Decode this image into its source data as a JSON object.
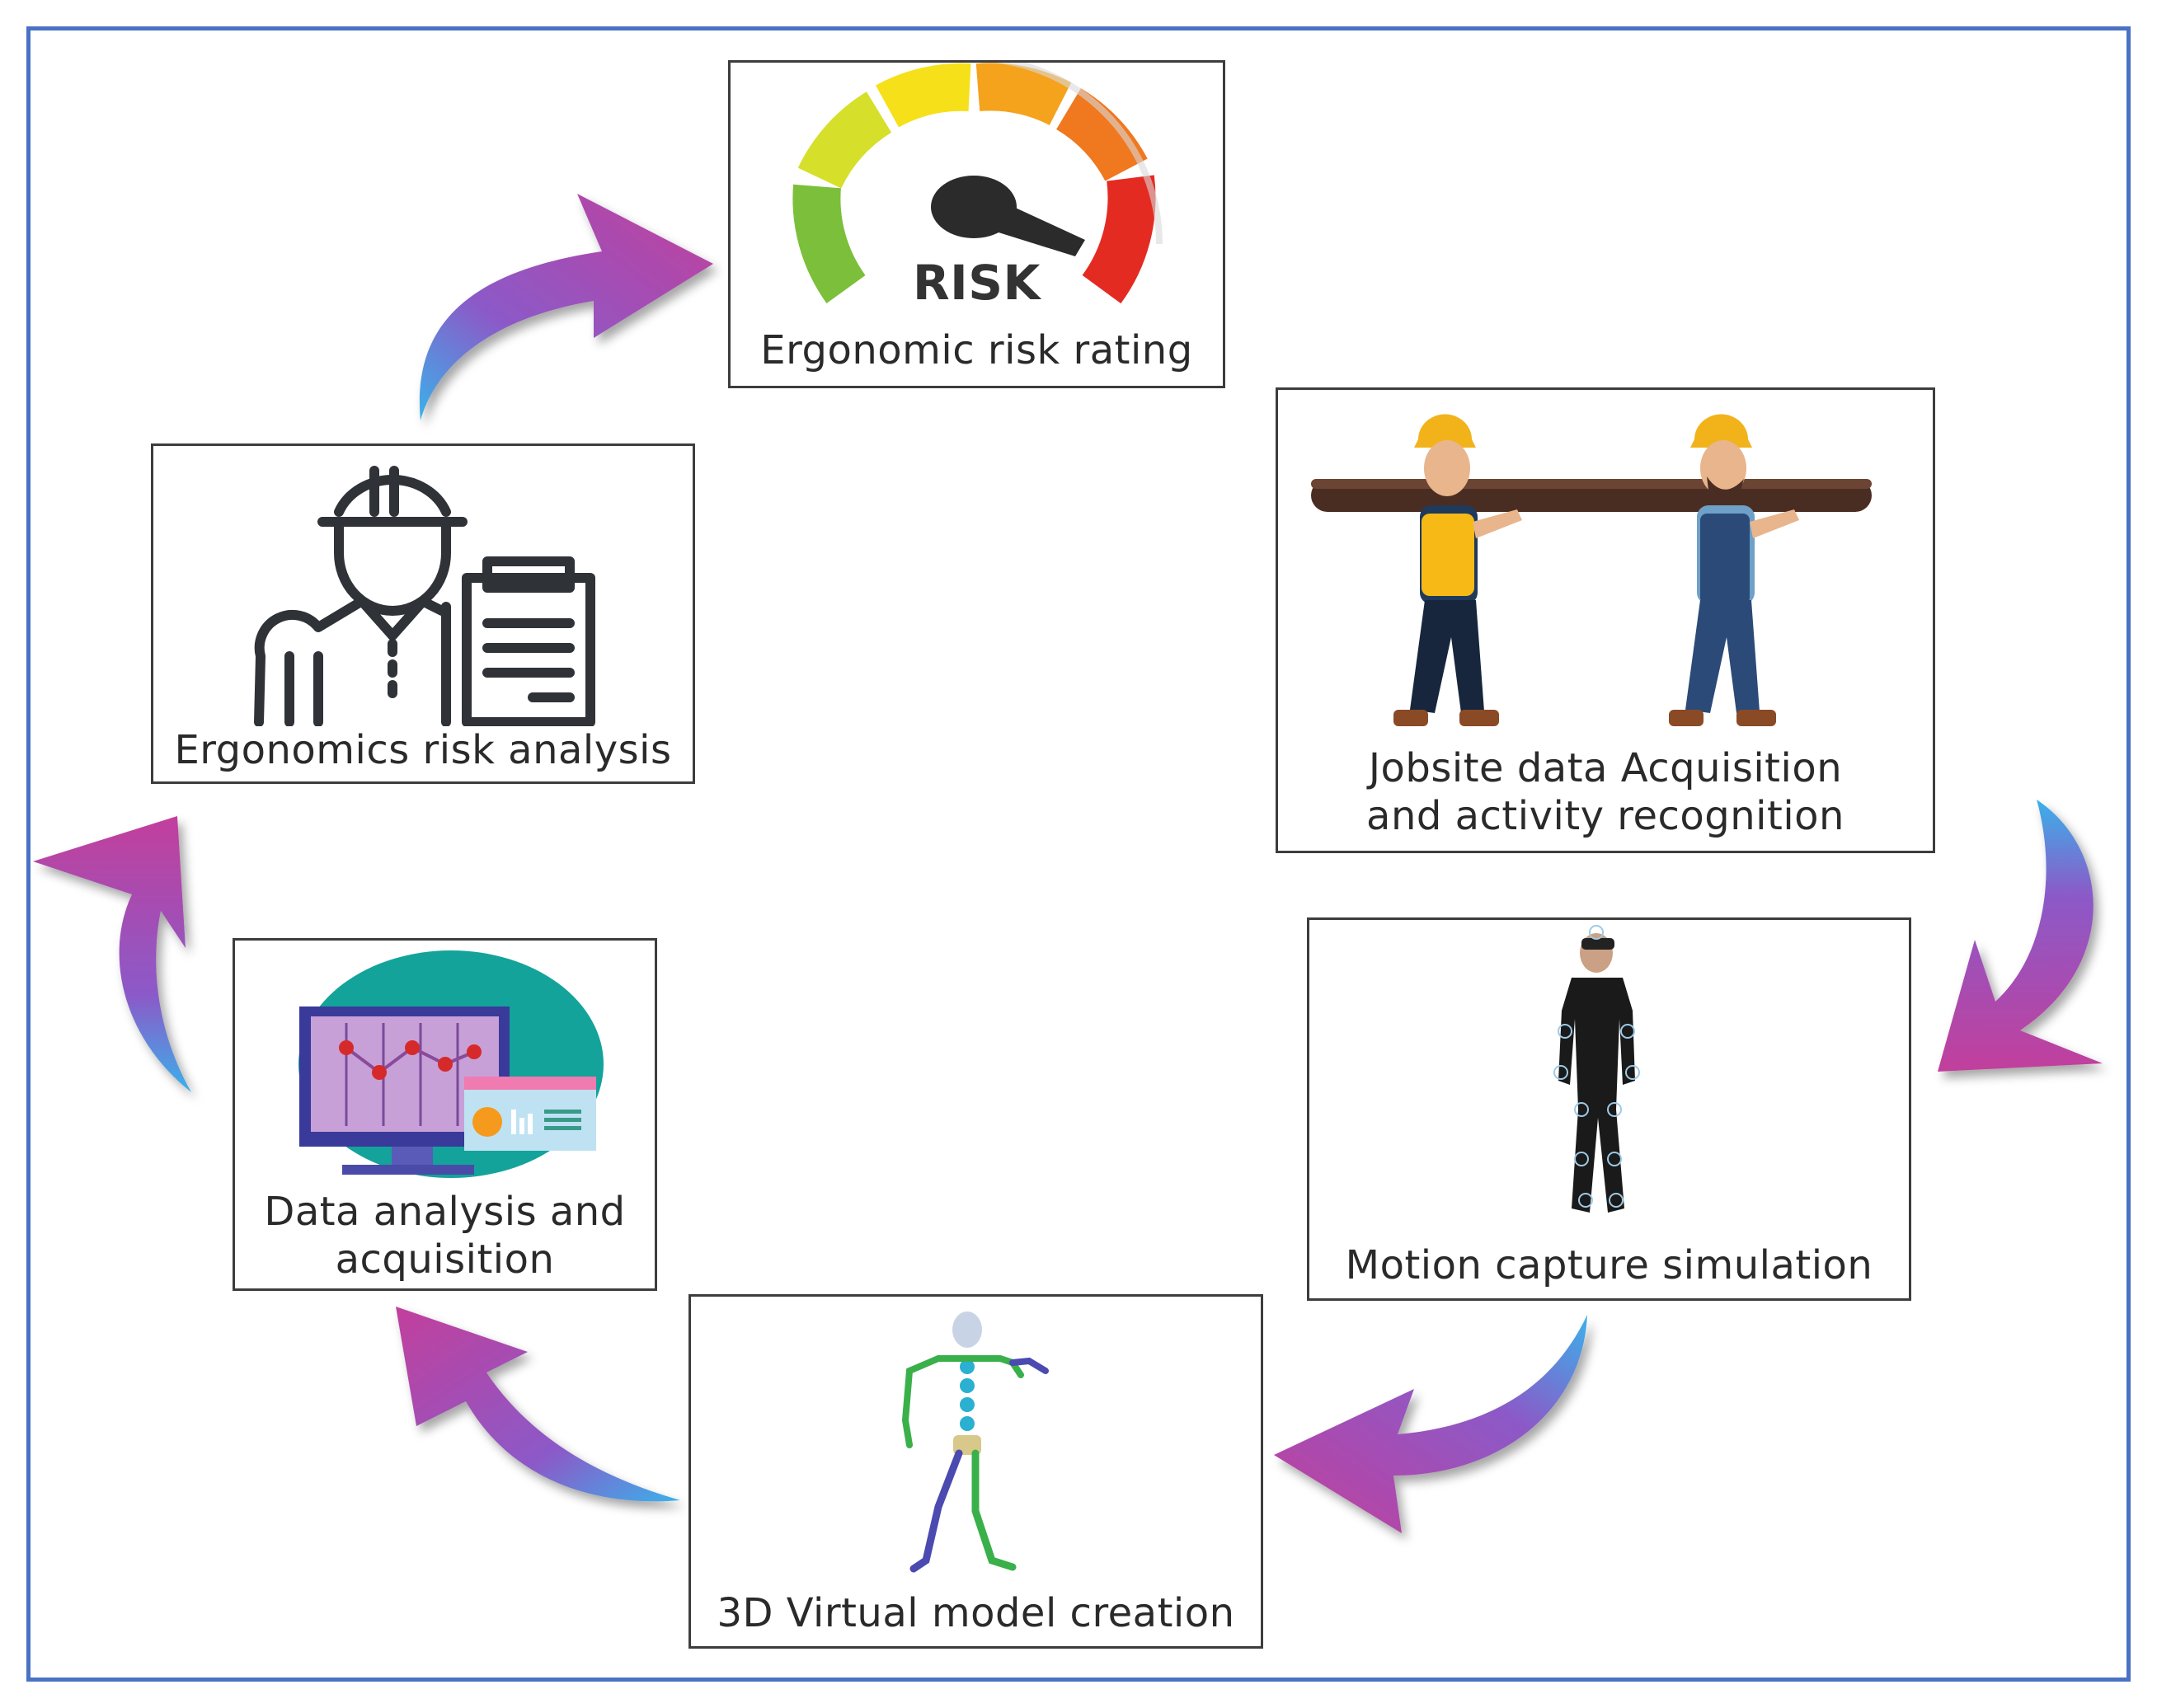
{
  "steps": {
    "risk_rating": {
      "gauge_text": "RISK",
      "label": "Ergonomic risk rating"
    },
    "jobsite": {
      "label_line1": "Jobsite data Acquisition",
      "label_line2": "and activity recognition"
    },
    "motion_capture": {
      "label": "Motion capture simulation"
    },
    "virtual_model": {
      "label": "3D Virtual model creation"
    },
    "data_analysis": {
      "label_line1": "Data analysis and",
      "label_line2": "acquisition"
    },
    "risk_analysis": {
      "label": "Ergonomics risk analysis"
    }
  },
  "colors": {
    "frame": "#4a72c4",
    "arrow_magenta": "#c23f9c",
    "arrow_blue": "#3bb0ea",
    "gauge": [
      "#7cbf3a",
      "#d6df2a",
      "#f6e01a",
      "#f5a21c",
      "#f0781f",
      "#e42b22"
    ]
  },
  "icons": [
    "gauge-icon",
    "workers-carrying-log-icon",
    "mocap-suit-person-icon",
    "skeleton-model-icon",
    "monitor-chart-icon",
    "engineer-clipboard-icon",
    "cycle-arrow-icon"
  ]
}
